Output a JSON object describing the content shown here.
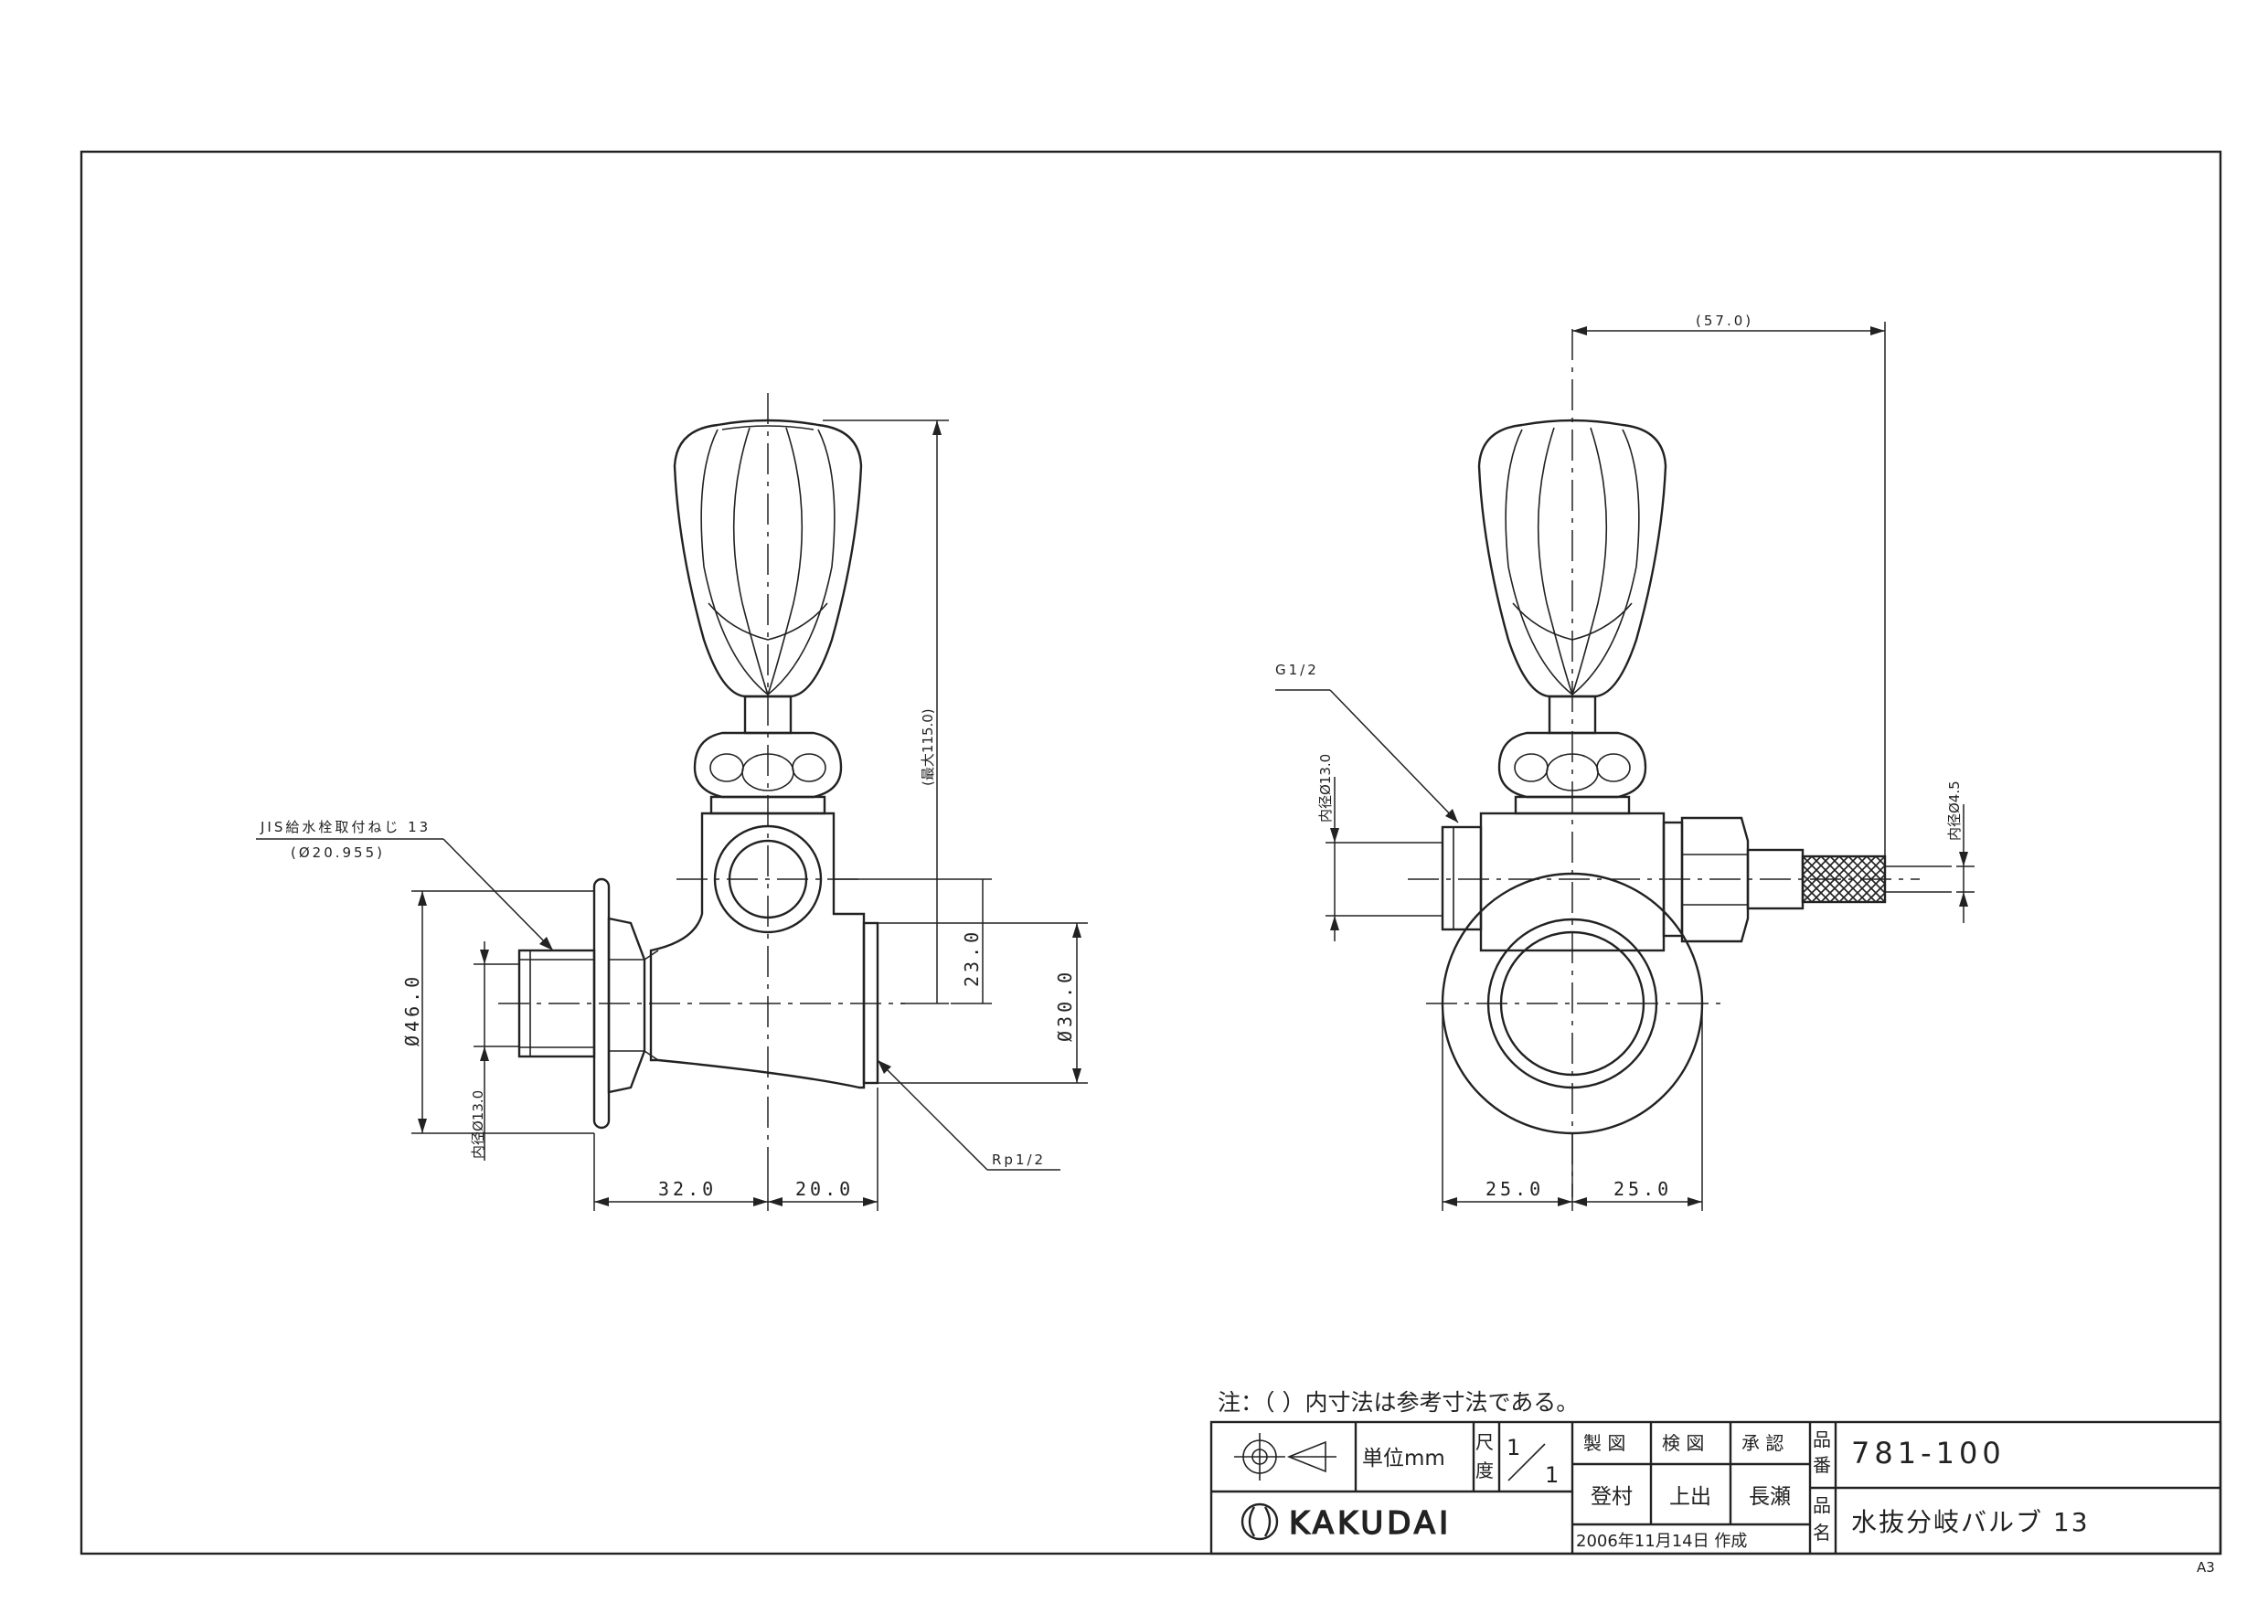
{
  "sheet_size": "A3",
  "left_view": {
    "thread_label": "JIS給水栓取付ねじ 13",
    "thread_ref": "(Ø20.955)",
    "dim_height": "(最大115.0)",
    "dim_23": "23.0",
    "dim_30": "Ø30.0",
    "dim_46": "Ø46.0",
    "dim_inner": "内径Ø13.0",
    "rp_label": "Rp1/2",
    "dim_32": "32.0",
    "dim_20": "20.0"
  },
  "right_view": {
    "dim_57": "(57.0)",
    "g_label": "G1/2",
    "dim_inner13": "内径Ø13.0",
    "dim_inner45": "内径Ø4.5",
    "dim_25a": "25.0",
    "dim_25b": "25.0"
  },
  "note": "注：（ ）内寸法は参考寸法である。",
  "title_block": {
    "unit_label": "単位mm",
    "scale_label_1": "尺",
    "scale_label_2": "度",
    "scale_num": "1",
    "scale_den": "1",
    "made_label": "製 図",
    "checked_label": "検 図",
    "approved_label": "承 認",
    "made_by": "登村",
    "checked_by": "上出",
    "approved_by": "長瀬",
    "part_no_label_1": "品",
    "part_no_label_2": "番",
    "part_no": "781-100",
    "part_name_label_1": "品",
    "part_name_label_2": "名",
    "part_name": "水抜分岐バルブ 13",
    "date": "2006年11月14日 作成",
    "company": "KAKUDAI"
  }
}
